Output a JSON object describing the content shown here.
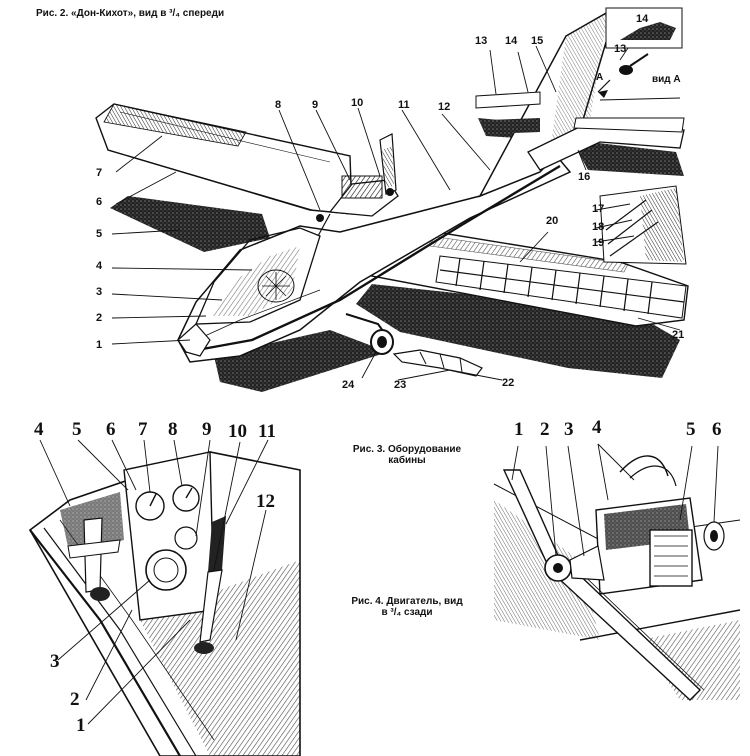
{
  "captions": {
    "fig2": "Рис. 2. «Дон-Кихот», вид в ³/₄ спереди",
    "fig3": "Рис. 3. Оборудование кабины",
    "fig4_line1": "Рис. 4. Двигатель, вид",
    "fig4_line2": "в ³/₄ сзади",
    "view_a": "вид А",
    "a_marker": "А"
  },
  "fig2_labels": [
    "1",
    "2",
    "3",
    "4",
    "5",
    "6",
    "7",
    "8",
    "9",
    "10",
    "11",
    "12",
    "13",
    "14",
    "15",
    "16",
    "17",
    "18",
    "19",
    "20",
    "21",
    "22",
    "23",
    "24"
  ],
  "fig3_labels": [
    "1",
    "2",
    "3",
    "4",
    "5",
    "6",
    "7",
    "8",
    "9",
    "10",
    "11",
    "12"
  ],
  "fig4_labels": [
    "1",
    "2",
    "3",
    "4",
    "5",
    "6"
  ],
  "inset_labels": [
    "14",
    "13"
  ],
  "colors": {
    "ink": "#111111",
    "paper": "#ffffff",
    "shade": "#3a3a3a"
  }
}
